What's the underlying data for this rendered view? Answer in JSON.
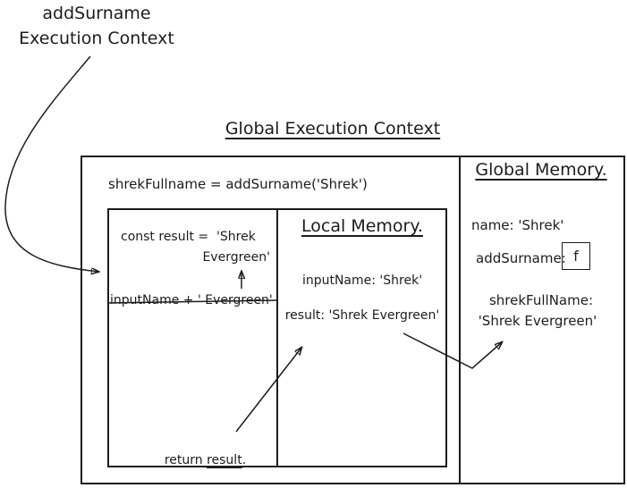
{
  "colors": {
    "ink": "#1c1c1c",
    "background": "#ffffff"
  },
  "callout": {
    "line1": "addSurname",
    "line2": "Execution Context"
  },
  "diagram": {
    "title": "Global Execution Context",
    "call_line": "shrekFullname = addSurname('Shrek')",
    "function_box": {
      "code_line1": "const result =  'Shrek",
      "code_line2": "Evergreen'",
      "struck_line": "inputName + ' Evergreen'",
      "return_prefix": "return ",
      "return_arg": "result",
      "return_suffix": "."
    },
    "local_memory": {
      "title": "Local Memory.",
      "entry1": "inputName: 'Shrek'",
      "entry2": "result: 'Shrek Evergreen'"
    },
    "global_memory": {
      "title": "Global Memory.",
      "entry1": "name: 'Shrek'",
      "entry2_label": "addSurname:",
      "entry2_badge": "f",
      "entry3_label": "shrekFullName:",
      "entry3_value": "'Shrek Evergreen'"
    }
  }
}
